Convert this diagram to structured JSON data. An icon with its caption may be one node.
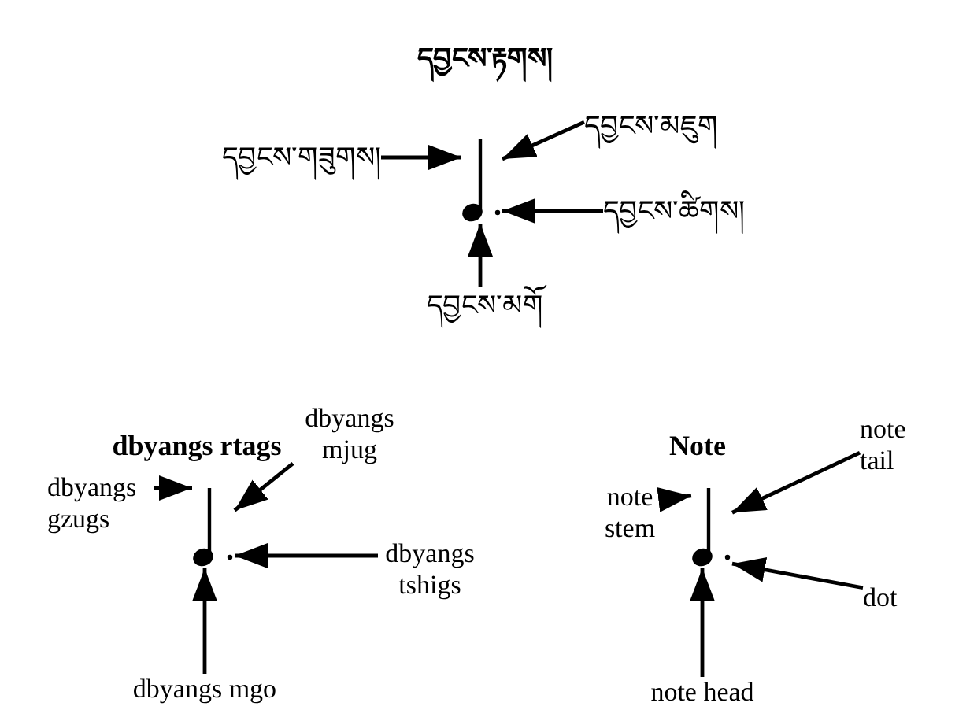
{
  "diagram": {
    "nodes": [
      {
        "text": [
          "དབྱངས་གཟུགས།"
        ]
      },
      {
        "text": [
          "དབྱངས་མཇུག"
        ]
      },
      {
        "text": [
          "དབྱངས་ཚིགས།"
        ]
      },
      {
        "text": [
          "དབྱངས་མགོ"
        ]
      },
      {
        "text": [
          "dbyangs gzugs"
        ]
      },
      {
        "text": [
          "dbyangs mjug"
        ]
      },
      {
        "text": [
          "dbyangs tshigs"
        ]
      },
      {
        "text": [
          "dbyangs mgo"
        ]
      },
      {
        "text": [
          "note stem"
        ]
      },
      {
        "text": [
          "note tail"
        ]
      },
      {
        "text": [
          "dot"
        ]
      },
      {
        "text": [
          "note head"
        ]
      },
      {
        "text": [],
        "shape": "picture"
      },
      {
        "text": [],
        "shape": "picture"
      },
      {
        "text": [],
        "shape": "picture"
      }
    ],
    "edges": [
      {
        "from": 0,
        "to": 12,
        "arrow": "to"
      },
      {
        "from": 1,
        "to": 12,
        "arrow": "to"
      },
      {
        "from": 2,
        "to": 12,
        "arrow": "to"
      },
      {
        "from": 3,
        "to": 12,
        "arrow": "to"
      },
      {
        "from": 4,
        "to": 13,
        "arrow": "to"
      },
      {
        "from": 5,
        "to": 13,
        "arrow": "to"
      },
      {
        "from": 6,
        "to": 13,
        "arrow": "to"
      },
      {
        "from": 7,
        "to": 13,
        "arrow": "to"
      },
      {
        "from": 8,
        "to": 14,
        "arrow": "to"
      },
      {
        "from": 9,
        "to": 14,
        "arrow": "to"
      },
      {
        "from": 10,
        "to": 14,
        "arrow": "to"
      },
      {
        "from": 11,
        "to": 14,
        "arrow": "to"
      }
    ],
    "labels": [
      "དབྱངས་རྟགས།",
      "dbyangs rtags",
      "Note"
    ]
  }
}
